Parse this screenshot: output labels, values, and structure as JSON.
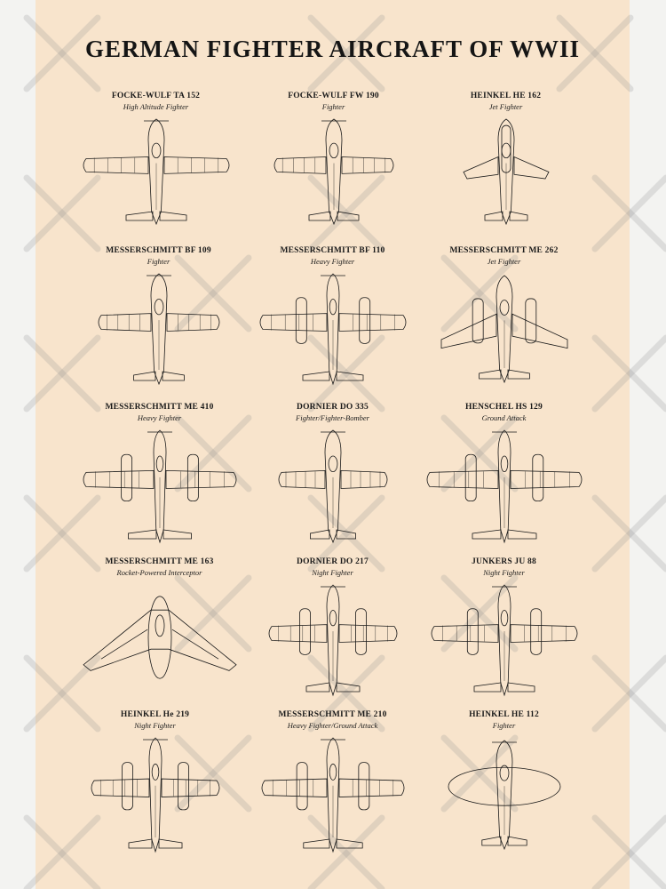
{
  "poster": {
    "title": "GERMAN FIGHTER AIRCRAFT OF WWII",
    "background_color": "#f8e4cc",
    "ink_color": "#1a1a1a",
    "aircraft": [
      {
        "name": "FOCKE-WULF TA 152",
        "role": "High Altitude Fighter"
      },
      {
        "name": "FOCKE-WULF FW 190",
        "role": "Fighter"
      },
      {
        "name": "HEINKEL HE 162",
        "role": "Jet Fighter"
      },
      {
        "name": "MESSERSCHMITT BF 109",
        "role": "Fighter"
      },
      {
        "name": "MESSERSCHMITT BF 110",
        "role": "Heavy Fighter"
      },
      {
        "name": "MESSERSCHMITT ME 262",
        "role": "Jet Fighter"
      },
      {
        "name": "MESSERSCHMITT ME 410",
        "role": "Heavy Fighter"
      },
      {
        "name": "DORNIER DO 335",
        "role": "Fighter/Fighter-Bomber"
      },
      {
        "name": "HENSCHEL HS 129",
        "role": "Ground Attack"
      },
      {
        "name": "MESSERSCHMITT ME 163",
        "role": "Rocket-Powered Interceptor"
      },
      {
        "name": "DORNIER DO 217",
        "role": "Night Fighter"
      },
      {
        "name": "JUNKERS JU 88",
        "role": "Night Fighter"
      },
      {
        "name": "HEINKEL He 219",
        "role": "Night Fighter"
      },
      {
        "name": "MESSERSCHMITT ME 210",
        "role": "Heavy Fighter/Ground Attack"
      },
      {
        "name": "HEINKEL HE 112",
        "role": "Fighter"
      }
    ]
  }
}
